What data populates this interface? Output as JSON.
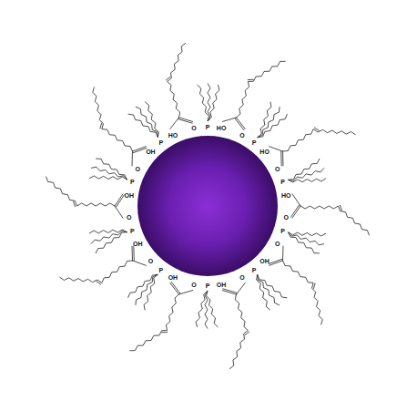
{
  "diagram": {
    "labels": [
      "P",
      "HO",
      "O",
      "P",
      "HO",
      "O",
      "P",
      "HO",
      "O",
      "P",
      "HO",
      "O",
      "P",
      "O",
      "OH",
      "P",
      "O",
      "OH",
      "P",
      "O",
      "OH",
      "P",
      "O",
      "OH",
      "P",
      "O",
      "OH",
      "P",
      "O",
      "OH"
    ]
  }
}
